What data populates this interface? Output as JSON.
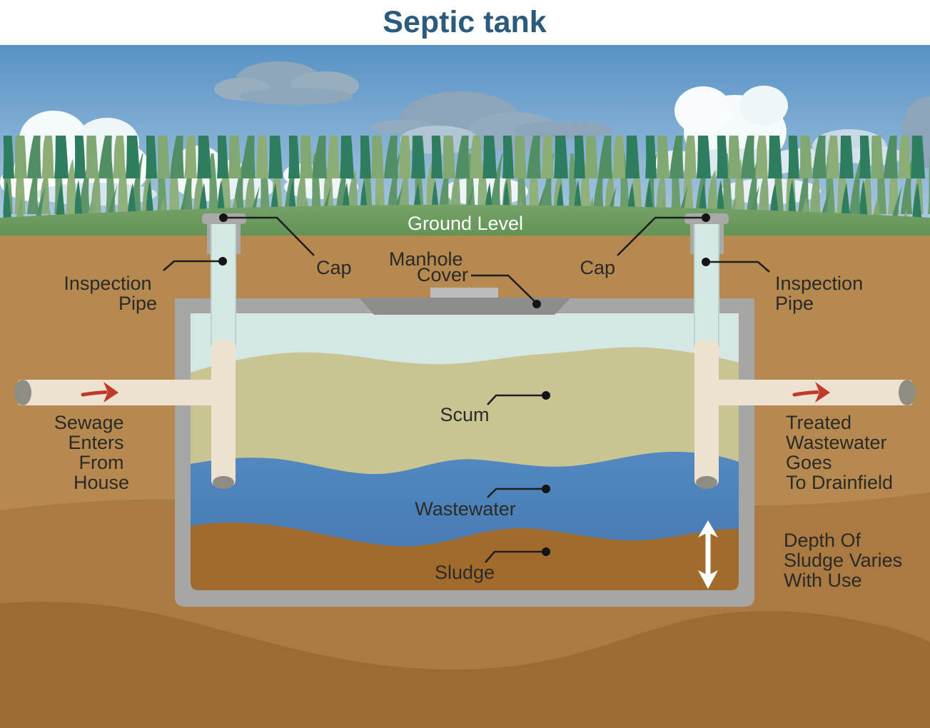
{
  "title": "Septic tank",
  "scene": {
    "ground_level_label": "Ground Level",
    "labels": {
      "inspection_pipe_left": {
        "lines": [
          "Inspection",
          "Pipe"
        ]
      },
      "cap_left": "Cap",
      "manhole_cover": {
        "lines": [
          "Manhole",
          "Cover"
        ]
      },
      "cap_right": "Cap",
      "inspection_pipe_right": {
        "lines": [
          "Inspection",
          "Pipe"
        ]
      },
      "scum": "Scum",
      "wastewater": "Wastewater",
      "sludge": "Sludge",
      "sewage_inlet": {
        "lines": [
          "Sewage",
          "Enters",
          "From",
          "House"
        ]
      },
      "treated_outlet": {
        "lines": [
          "Treated",
          "Wastewater",
          "Goes",
          "To Drainfield"
        ]
      },
      "sludge_depth_note": {
        "lines": [
          "Depth Of",
          "Sludge Varies",
          "With Use"
        ]
      }
    },
    "colors": {
      "title_text": "#2c5a7c",
      "label_text": "#2b2a27",
      "ground_level_text": "#ffffff",
      "sky_top": "#5892c6",
      "sky_bottom": "#b3cfe2",
      "grass_dark_green": "#2f7d5f",
      "grass_light_green": "#81a873",
      "ground_green": "#649455",
      "soil_light": "#b68951",
      "soil_mid": "#aa7a42",
      "soil_dark": "#9c6b33",
      "tank_wall": "#a6a6a4",
      "manhole_cover": "#8d8d8b",
      "manhole_handle": "#bcbcba",
      "tank_air": "#d4e7e4",
      "scum_layer": "#c8c593",
      "wastewater_layer": "#4c82bb",
      "sludge_layer": "#a26b2e",
      "pipe_cream": "#ece2cf",
      "pipe_cyan": "#d6e8e4",
      "pipe_opening_gray": "#8e8c83",
      "cap_gray": "#a9a9a7",
      "flow_arrow_red": "#c0392b",
      "depth_arrow_white": "#ffffff",
      "leader_line": "#1f1f1f"
    }
  }
}
